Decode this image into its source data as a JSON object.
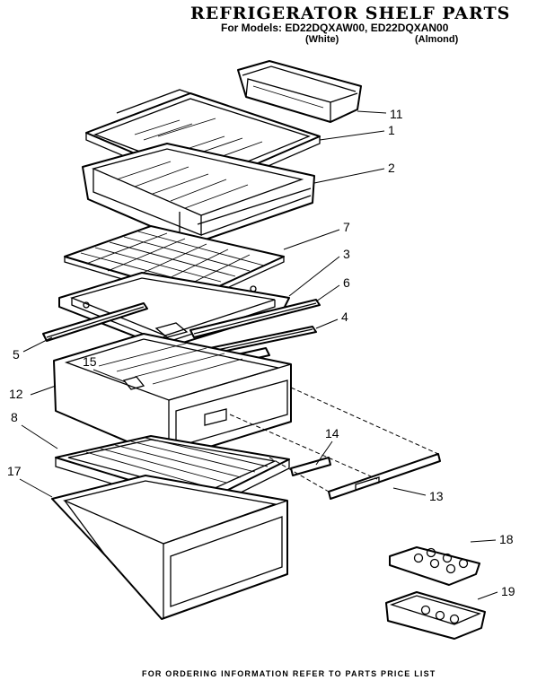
{
  "title": "REFRIGERATOR SHELF PARTS",
  "models_line": "For Models: ED22DQXAW00, ED22DQXAN00",
  "variants": {
    "white": "(White)",
    "almond": "(Almond)"
  },
  "callouts": [
    "11",
    "1",
    "2",
    "7",
    "3",
    "6",
    "4",
    "5",
    "15",
    "12",
    "8",
    "14",
    "13",
    "17",
    "18",
    "19"
  ],
  "footer": "FOR ORDERING INFORMATION REFER TO PARTS PRICE LIST"
}
